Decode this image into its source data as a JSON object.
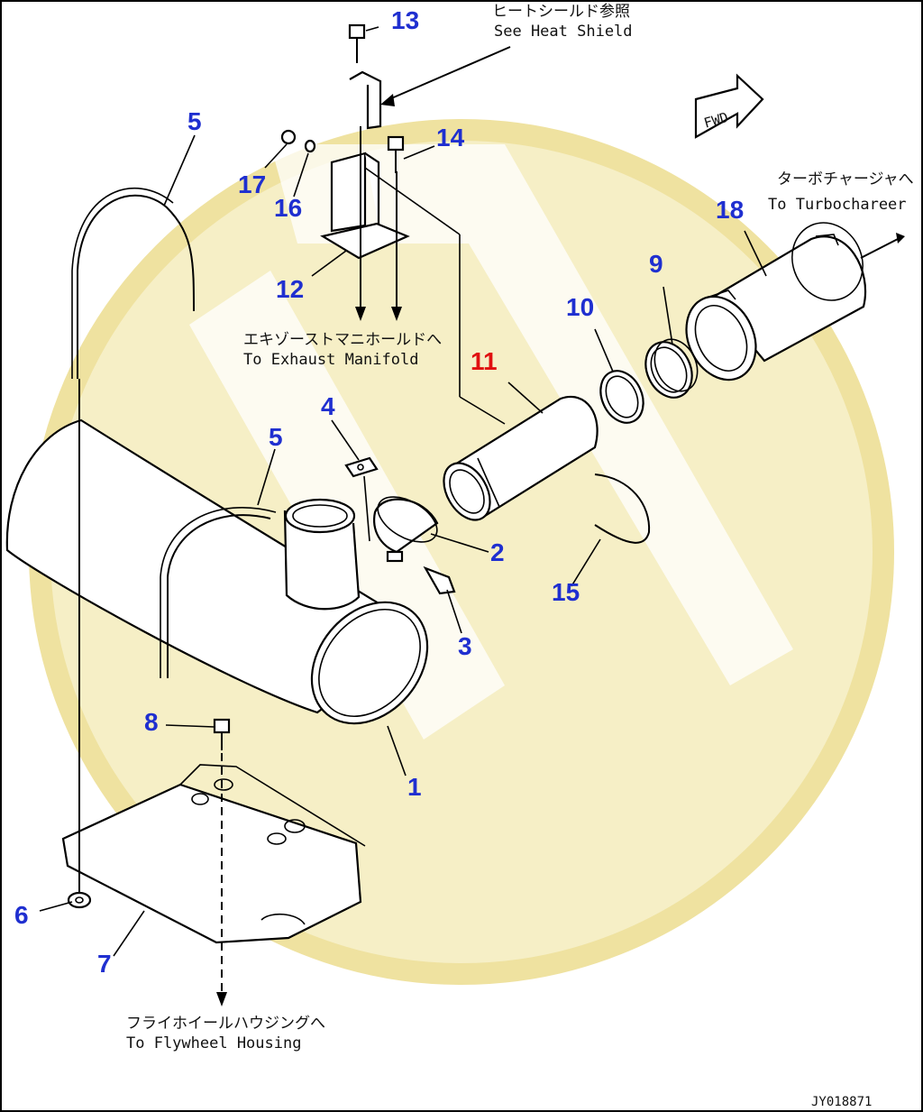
{
  "colors": {
    "callout": "#1f2fd0",
    "callout_highlight": "#e01010",
    "watermark": "#f6efc6",
    "watermark_ring": "#efe2a0",
    "ink": "#000000"
  },
  "callouts": {
    "c1": "1",
    "c2": "2",
    "c3": "3",
    "c4": "4",
    "c5a": "5",
    "c5b": "5",
    "c6": "6",
    "c7": "7",
    "c8": "8",
    "c9": "9",
    "c10": "10",
    "c11": "11",
    "c12": "12",
    "c13": "13",
    "c14": "14",
    "c15": "15",
    "c16": "16",
    "c17": "17",
    "c18": "18"
  },
  "notes": {
    "heat_shield_jp": "ヒートシールド参照",
    "heat_shield_en": "See Heat Shield",
    "turbo_jp": "ターボチャージャへ",
    "turbo_en": "To Turbochareer",
    "exhaust_jp": "エキゾーストマニホールドへ",
    "exhaust_en": "To Exhaust Manifold",
    "flywheel_jp": "フライホイールハウジングへ",
    "flywheel_en": "To Flywheel Housing",
    "fwd": "FWD",
    "drawing_no": "JY018871"
  }
}
